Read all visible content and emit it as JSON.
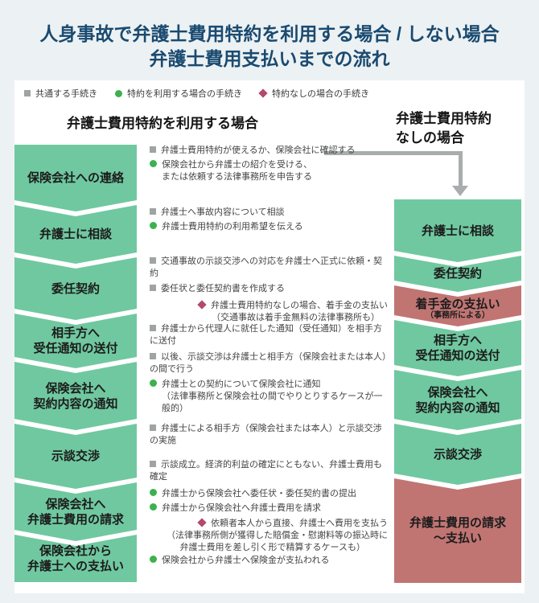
{
  "title": "人身事故で弁護士費用特約を利用する場合 / しない場合\n弁護士費用支払いまでの流れ",
  "legend": {
    "common": "共通する手続き",
    "with_rider": "特約を利用する場合の手続き",
    "without_rider": "特約なしの場合の手続き"
  },
  "headers": {
    "left": "弁護士費用特約を利用する場合",
    "right": "弁護士費用特約\nなしの場合"
  },
  "left_steps": [
    {
      "label": "保険会社への連絡"
    },
    {
      "label": "弁護士に相談"
    },
    {
      "label": "委任契約"
    },
    {
      "label": "相手方へ\n受任通知の送付"
    },
    {
      "label": "保険会社へ\n契約内容の通知"
    },
    {
      "label": "示談交渉"
    },
    {
      "label": "保険会社へ\n弁護士費用の請求"
    },
    {
      "label": "保険会社から\n弁護士への支払い"
    }
  ],
  "right_steps": [
    {
      "label": "弁護士に相談"
    },
    {
      "label": "委任契約"
    },
    {
      "label": "着手金の支払い",
      "sub": "（事務所による）"
    },
    {
      "label": "相手方へ\n受任通知の送付"
    },
    {
      "label": "保険会社へ\n契約内容の通知"
    },
    {
      "label": "示談交渉"
    },
    {
      "label": "弁護士費用の請求\n〜支払い"
    }
  ],
  "notes": {
    "g1": {
      "l1": "弁護士費用特約が使えるか、保険会社に確認する",
      "l2": "保険会社から弁護士の紹介を受ける、",
      "l3": "または依頼する法律事務所を申告する"
    },
    "g2": {
      "l1": "弁護士へ事故内容について相談",
      "l2": "弁護士費用特約の利用希望を伝える"
    },
    "g3": {
      "l1": "交通事故の示談交渉への対応を弁護士へ正式に依頼・契約",
      "l2": "委任状と委任契約書を作成する",
      "d1": "弁護士費用特約なしの場合、着手金の支払い",
      "d2": "（交通事故は着手金無料の法律事務所も）"
    },
    "g4": {
      "l1": "弁護士から代理人に就任した通知（受任通知）を相手方に送付",
      "l2": "以後、示談交渉は弁護士と相手方（保険会社または本人）の間で行う"
    },
    "g5": {
      "l1": "弁護士との契約について保険会社に通知",
      "l2": "（法律事務所と保険会社の間でやりとりするケースが一般的）"
    },
    "g6": {
      "l1": "弁護士による相手方（保険会社または本人）と示談交渉の実施",
      "l2": "示談成立。経済的利益の確定にともない、弁護士費用も確定"
    },
    "g7": {
      "l1": "弁護士から保険会社へ委任状・委任契約書の提出",
      "l2": "弁護士から保険会社へ弁護士費用を請求",
      "d1": "依頼者本人から直接、弁護士へ費用を支払う",
      "d2": "（法律事務所側が獲得した賠償金・慰謝料等の振込時に",
      "d3": "弁護士費用を差し引く形で精算するケースも）"
    },
    "g8": {
      "l1": "保険会社から弁護士へ保険金が支払われる"
    }
  },
  "colors": {
    "page_bg": "#ecf1f3",
    "card_bg": "#ffffff",
    "title": "#1a4a70",
    "green_box": "#70c8a0",
    "red_box": "#c07573",
    "gray_marker": "#9fa3a3",
    "green_marker": "#3cb14e",
    "red_marker": "#b5486c",
    "arrow": "#a9adad"
  }
}
